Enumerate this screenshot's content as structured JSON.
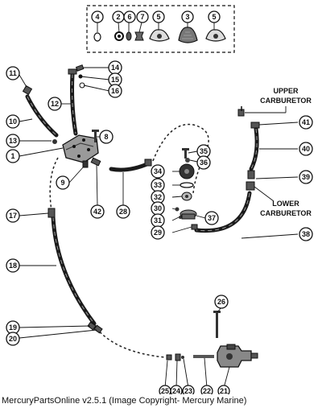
{
  "diagram": {
    "callouts": {
      "c1": "1",
      "c2": "2",
      "c3": "3",
      "c4": "4",
      "c5a": "5",
      "c5b": "5",
      "c6": "6",
      "c7": "7",
      "c8": "8",
      "c9": "9",
      "c10": "10",
      "c11": "11",
      "c12": "12",
      "c13": "13",
      "c14": "14",
      "c15": "15",
      "c16": "16",
      "c17": "17",
      "c18": "18",
      "c19": "19",
      "c20": "20",
      "c21": "21",
      "c22": "22",
      "c23": "23",
      "c24": "24",
      "c25": "25",
      "c26": "26",
      "c28": "28",
      "c29": "29",
      "c30": "30",
      "c31": "31",
      "c32": "32",
      "c33": "33",
      "c34": "34",
      "c35": "35",
      "c36": "36",
      "c37": "37",
      "c38": "38",
      "c39": "39",
      "c40": "40",
      "c41": "41",
      "c42": "42"
    },
    "labels": {
      "upper_carb_line1": "UPPER",
      "upper_carb_line2": "CARBURETOR",
      "lower_carb_line1": "LOWER",
      "lower_carb_line2": "CARBURETOR"
    }
  },
  "footer": {
    "caption": "MercuryPartsOnline v2.5.1 (Image Copyright- Mercury Marine)"
  }
}
